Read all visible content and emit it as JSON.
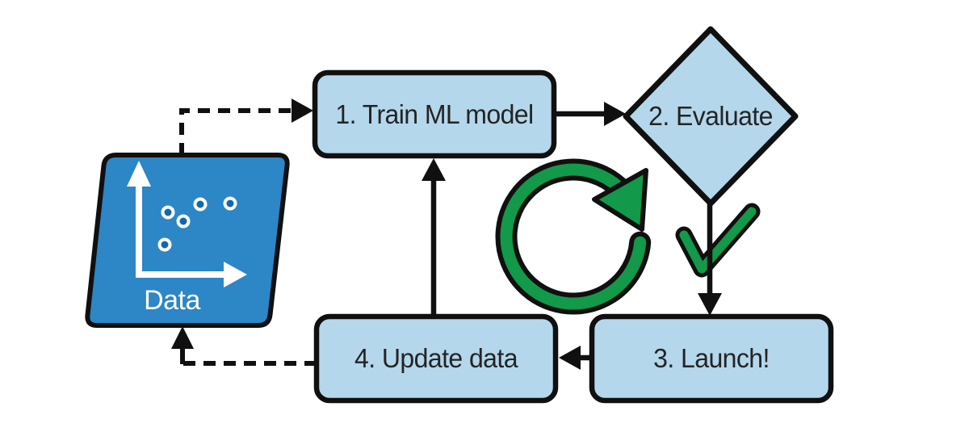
{
  "diagram": {
    "type": "flowchart",
    "background": "#ffffff",
    "data_node": {
      "label": "Data",
      "shape": "parallelogram",
      "fill": "#2d86c5",
      "icon": "scatter-plot-icon",
      "dot_fill": "#1266ae"
    },
    "steps": [
      {
        "label": "1. Train ML model"
      },
      {
        "label": "2. Evaluate"
      },
      {
        "label": "3. Launch!"
      },
      {
        "label": "4. Update data"
      }
    ],
    "icons": {
      "cycle": "cycle-arrow-icon",
      "check": "checkmark-icon",
      "scatter": "scatter-plot-icon"
    },
    "colors": {
      "node_fill": "#b4d7ec",
      "outline": "#101010",
      "accent_green": "#12994a",
      "text": "#242424"
    },
    "edges": [
      {
        "from": "Data",
        "to": "1. Train ML model",
        "style": "dashed"
      },
      {
        "from": "1. Train ML model",
        "to": "2. Evaluate",
        "style": "solid"
      },
      {
        "from": "2. Evaluate",
        "to": "3. Launch!",
        "style": "solid"
      },
      {
        "from": "3. Launch!",
        "to": "4. Update data",
        "style": "solid"
      },
      {
        "from": "4. Update data",
        "to": "1. Train ML model",
        "style": "solid"
      },
      {
        "from": "4. Update data",
        "to": "Data",
        "style": "dashed"
      }
    ]
  }
}
